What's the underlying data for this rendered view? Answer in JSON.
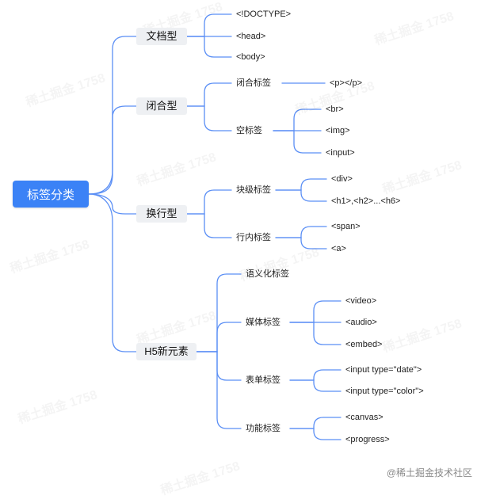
{
  "root": "标签分类",
  "categories": {
    "doc": "文档型",
    "closed": "闭合型",
    "wrap": "换行型",
    "h5": "H5新元素"
  },
  "doc_items": [
    "<!DOCTYPE>",
    "<head>",
    "<body>"
  ],
  "closed": {
    "paired": {
      "label": "闭合标签",
      "items": [
        "<p></p>"
      ]
    },
    "empty": {
      "label": "空标签",
      "items": [
        "<br>",
        "<img>",
        "<input>"
      ]
    }
  },
  "wrap": {
    "block": {
      "label": "块级标签",
      "items": [
        "<div>",
        "<h1>,<h2>...<h6>"
      ]
    },
    "inline": {
      "label": "行内标签",
      "items": [
        "<span>",
        "<a>"
      ]
    }
  },
  "h5": {
    "semantic": {
      "label": "语义化标签"
    },
    "media": {
      "label": "媒体标签",
      "items": [
        "<video>",
        "<audio>",
        "<embed>"
      ]
    },
    "form": {
      "label": "表单标签",
      "items": [
        "<input type=\"date\">",
        "<input type=\"color\">"
      ]
    },
    "func": {
      "label": "功能标签",
      "items": [
        "<canvas>",
        "<progress>"
      ]
    }
  },
  "watermark_text": "稀土掘金 1758",
  "credit": "@稀土掘金技术社区",
  "colors": {
    "line": "#5b8ff5",
    "root_bg": "#3b82f6",
    "pill_bg": "#eef0f3"
  }
}
